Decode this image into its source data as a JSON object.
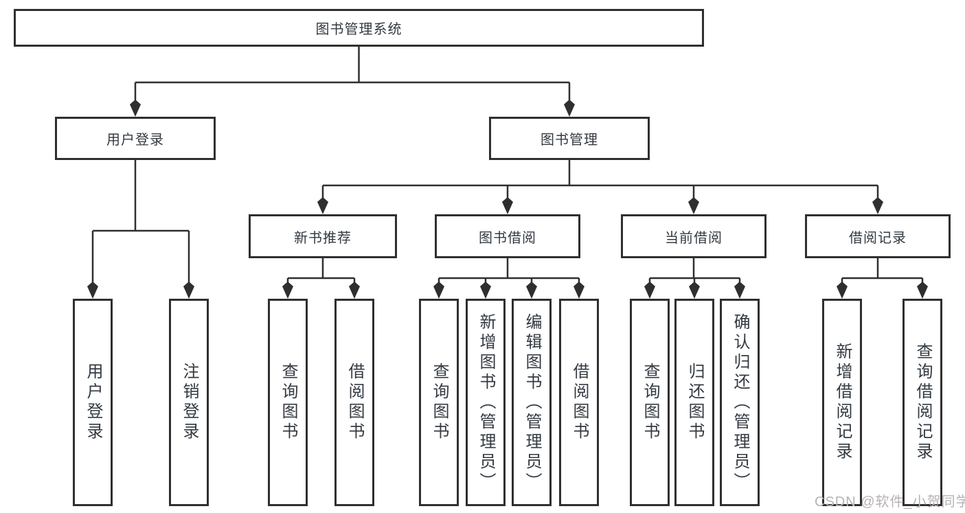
{
  "diagram_type": "function-structure-tree",
  "tree": {
    "label": "图书管理系统",
    "children": [
      {
        "label": "用户登录",
        "children": [
          {
            "label": "用户登录"
          },
          {
            "label": "注销登录"
          }
        ]
      },
      {
        "label": "图书管理",
        "children": [
          {
            "label": "新书推荐",
            "children": [
              {
                "label": "查询图书"
              },
              {
                "label": "借阅图书"
              }
            ]
          },
          {
            "label": "图书借阅",
            "children": [
              {
                "label": "查询图书"
              },
              {
                "label": "新增图书（管理员）"
              },
              {
                "label": "编辑图书（管理员）"
              },
              {
                "label": "借阅图书"
              }
            ]
          },
          {
            "label": "当前借阅",
            "children": [
              {
                "label": "查询图书"
              },
              {
                "label": "归还图书"
              },
              {
                "label": "确认归还（管理员）"
              }
            ]
          },
          {
            "label": "借阅记录",
            "children": [
              {
                "label": "新增借阅记录"
              },
              {
                "label": "查询借阅记录"
              }
            ]
          }
        ]
      }
    ]
  },
  "watermark": {
    "text": "CSDN @软件_小贺同学"
  },
  "colors": {
    "box_border": "#2f2f2f",
    "connector": "#2f2f2f",
    "text": "#333a42",
    "watermark": "#b8b2b2",
    "background": "#ffffff"
  }
}
